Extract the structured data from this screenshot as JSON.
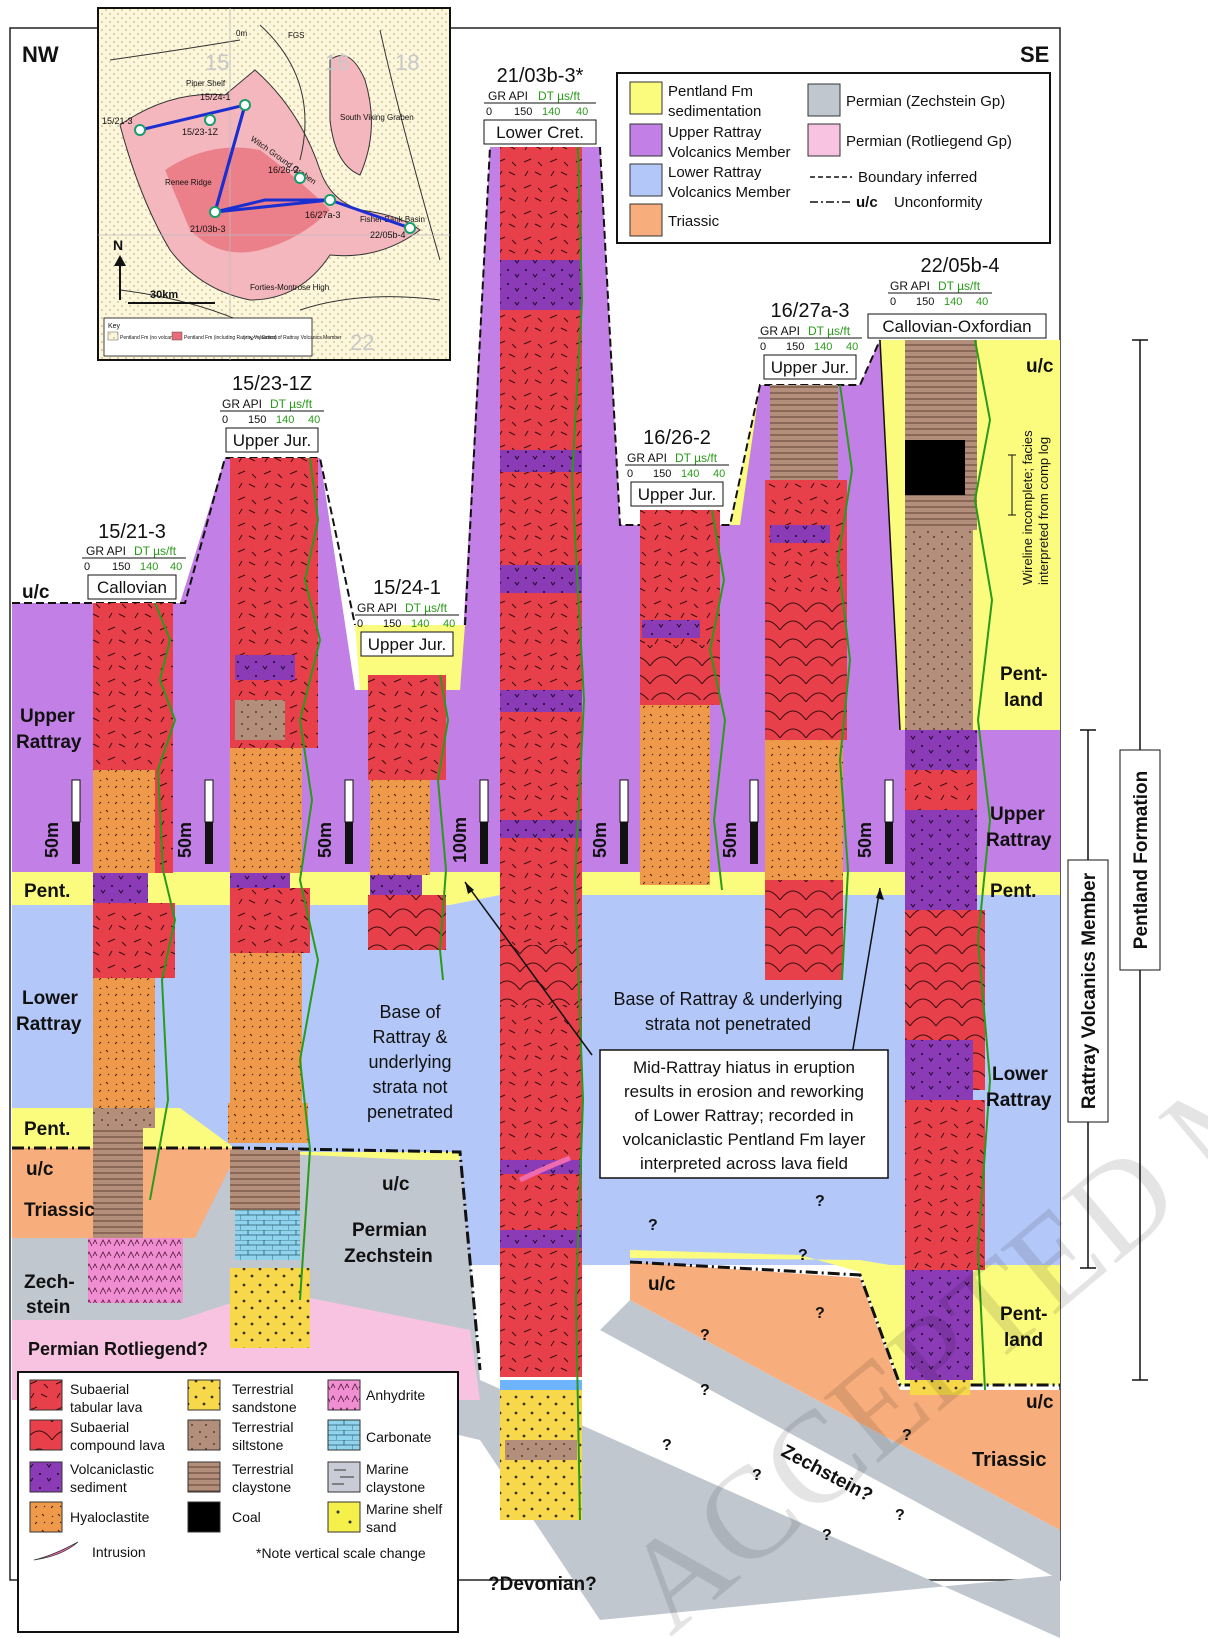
{
  "orientation": {
    "left": "NW",
    "right": "SE"
  },
  "colors": {
    "pentland_sed": "#fbfb7e",
    "upper_rattray": "#c27fe6",
    "lower_rattray": "#b3c8f8",
    "triassic": "#f7ae7c",
    "zechstein": "#c1c7cf",
    "rotliegend": "#f7c3e1",
    "tabular_lava": "#e8404a",
    "volcaniclastic": "#8a3bb5",
    "hyaloclastite": "#ee9a4a",
    "terr_sand": "#f6d84a",
    "siltstone": "#b38e7b",
    "carbonate": "#8fd3ec",
    "anhydrite": "#ef8ed1",
    "coal": "#000000",
    "wireline_gr": "#111111",
    "wireline_dt": "#2a9a1a"
  },
  "header_legend": {
    "items": [
      {
        "label1": "Pentland Fm",
        "label2": "sedimentation",
        "color": "#fbfb7e"
      },
      {
        "label1": "Upper Rattray",
        "label2": "Volcanics Member",
        "color": "#c27fe6"
      },
      {
        "label1": "Lower Rattray",
        "label2": "Volcanics Member",
        "color": "#b3c8f8"
      },
      {
        "label1": "Triassic",
        "label2": "",
        "color": "#f7ae7c"
      },
      {
        "label1": "Permian (Zechstein Gp)",
        "label2": "",
        "color": "#c1c7cf"
      },
      {
        "label1": "Permian (Rotliegend Gp)",
        "label2": "",
        "color": "#f7c3e1"
      }
    ],
    "boundary_inferred": "Boundary inferred",
    "uc_short": "u/c",
    "unconformity": "Unconformity"
  },
  "map": {
    "north": "N",
    "scale": "30km",
    "quads": [
      "15",
      "16",
      "18",
      "22"
    ],
    "zero": "0m",
    "fgs": "FGS",
    "piper_shelf": "Piper Shelf",
    "south_viking_graben": "South Viking Graben",
    "witch_ground": "Witch Ground Graben",
    "renee_ridge": "Renee Ridge",
    "fisher_bank": "Fisher Bank Basin",
    "forties": "Forties-Montrose High",
    "wells": [
      "15/21-3",
      "15/24-1",
      "15/23-1Z",
      "16/26-2",
      "21/03b-3",
      "16/27a-3",
      "22/05b-4"
    ],
    "key_title": "Key",
    "key_items": [
      "Pentland Fm (no volcanics)",
      "Pentland Fm (including Rattray Volcanics)",
      "Extent of Rattray Volcanics Member"
    ]
  },
  "wells": [
    {
      "name": "15/21-3",
      "top": "Callovian",
      "scale": "50m"
    },
    {
      "name": "15/23-1Z",
      "top": "Upper Jur.",
      "scale": "50m"
    },
    {
      "name": "15/24-1",
      "top": "Upper Jur.",
      "scale": "50m"
    },
    {
      "name": "21/03b-3*",
      "top": "Lower Cret.",
      "scale": "100m"
    },
    {
      "name": "16/26-2",
      "top": "Upper Jur.",
      "scale": "50m"
    },
    {
      "name": "16/27a-3",
      "top": "Upper Jur.",
      "scale": "50m"
    },
    {
      "name": "22/05b-4",
      "top": "Callovian-Oxfordian",
      "scale": "50m"
    }
  ],
  "log_header": {
    "gr": "GR API",
    "dt": "DT µs/ft",
    "gr_min": "0",
    "gr_max": "150",
    "dt_min": "140",
    "dt_max": "40"
  },
  "left_labels": {
    "uc_top": "u/c",
    "upper1": "Upper",
    "upper2": "Rattray",
    "pent1": "Pent.",
    "lower1": "Lower",
    "lower2": "Rattray",
    "pent2": "Pent.",
    "uc2": "u/c",
    "triassic": "Triassic",
    "zech1": "Zech-",
    "zech2": "stein",
    "rotliegend": "Permian Rotliegend?"
  },
  "right_labels": {
    "uc_top": "u/c",
    "pent1a": "Pent-",
    "pent1b": "land",
    "upper1": "Upper",
    "upper2": "Rattray",
    "pent2": "Pent.",
    "lower1": "Lower",
    "lower2": "Rattray",
    "pent3a": "Pent-",
    "pent3b": "land",
    "uc_bottom": "u/c",
    "triassic": "Triassic"
  },
  "middle_labels": {
    "uc": "u/c",
    "perm1": "Permian",
    "perm2": "Zechstein",
    "uc_right": "u/c",
    "devonian": "?Devonian?",
    "zechstein_q": "Zechstein?",
    "question": "?"
  },
  "notes": {
    "base1": [
      "Base of",
      "Rattray &",
      "underlying",
      "strata not",
      "penetrated"
    ],
    "base2": [
      "Base of Rattray & underlying",
      "strata not penetrated"
    ],
    "hiatus": [
      "Mid-Rattray hiatus in eruption",
      "results in erosion and reworking",
      "of Lower Rattray; recorded in",
      "volcaniclastic Pentland Fm layer",
      "interpreted across lava field"
    ],
    "wireline": [
      "Wireline incomplete; facies",
      "interpreted from comp log"
    ]
  },
  "brackets": {
    "pentland_formation": "Pentland Formation",
    "rattray_volcanics": "Rattray Volcanics Member"
  },
  "lithology_legend": [
    {
      "l1": "Subaerial",
      "l2": "tabular lava",
      "color": "#e8404a",
      "icon": "tabular-lava-icon"
    },
    {
      "l1": "Terrestrial",
      "l2": "sandstone",
      "color": "#f6d84a",
      "icon": "sandstone-icon"
    },
    {
      "l1": "Anhydrite",
      "l2": "",
      "color": "#ef8ed1",
      "icon": "anhydrite-icon"
    },
    {
      "l1": "Subaerial",
      "l2": "compound lava",
      "color": "#e8404a",
      "icon": "compound-lava-icon"
    },
    {
      "l1": "Terrestrial",
      "l2": "siltstone",
      "color": "#b38e7b",
      "icon": "siltstone-icon"
    },
    {
      "l1": "Carbonate",
      "l2": "",
      "color": "#8fd3ec",
      "icon": "carbonate-icon"
    },
    {
      "l1": "Volcaniclastic",
      "l2": "sediment",
      "color": "#8a3bb5",
      "icon": "volcaniclastic-icon"
    },
    {
      "l1": "Terrestrial",
      "l2": "claystone",
      "color": "#b38e7b",
      "icon": "claystone-icon"
    },
    {
      "l1": "Marine",
      "l2": "claystone",
      "color": "#c9ccd6",
      "icon": "marine-claystone-icon"
    },
    {
      "l1": "Hyaloclastite",
      "l2": "",
      "color": "#ee9a4a",
      "icon": "hyaloclastite-icon"
    },
    {
      "l1": "Coal",
      "l2": "",
      "color": "#000000",
      "icon": "coal-icon"
    },
    {
      "l1": "Marine shelf",
      "l2": "sand",
      "color": "#f6f04a",
      "icon": "marine-sand-icon"
    },
    {
      "l1": "Intrusion",
      "l2": "",
      "color": "#f06ab0",
      "icon": "intrusion-icon"
    }
  ],
  "scale_note": "*Note vertical scale change",
  "watermark": "ACCEPTED MANUSCRIPT"
}
